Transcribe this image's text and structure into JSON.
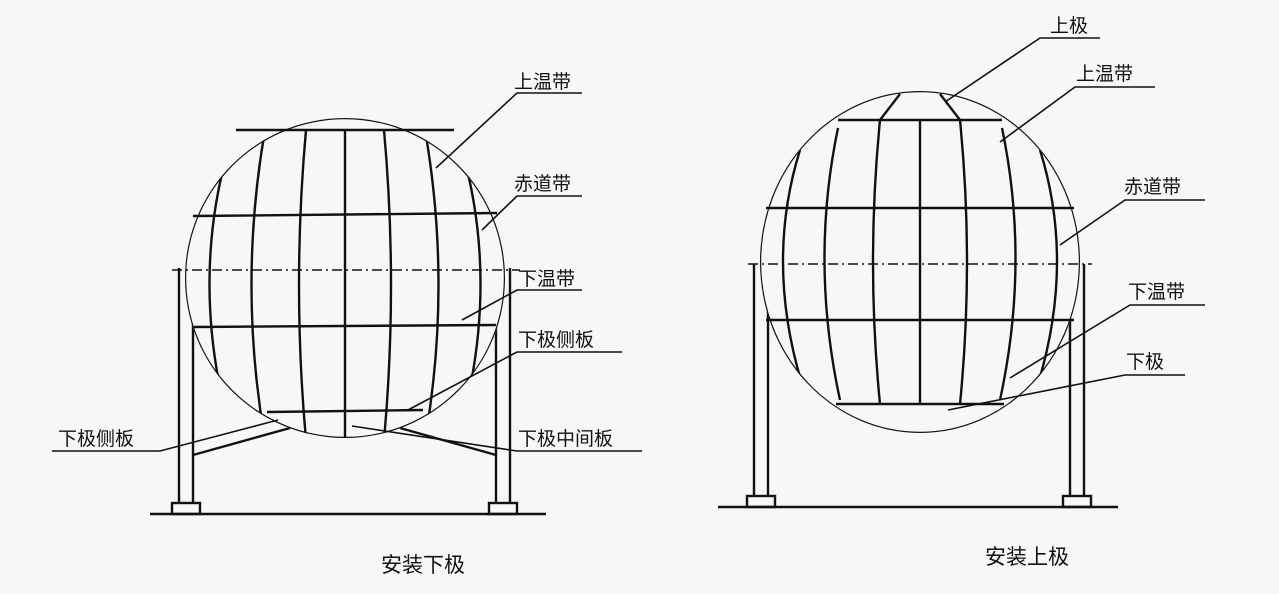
{
  "left_figure": {
    "caption": "安装下极",
    "labels": {
      "upper_band": "上温带",
      "equator_band": "赤道带",
      "lower_band": "下温带",
      "bottom_side_plate_right": "下极侧板",
      "bottom_side_plate_left": "下极侧板",
      "bottom_middle_plate": "下极中间板"
    }
  },
  "right_figure": {
    "caption": "安装上极",
    "labels": {
      "top_pole": "上极",
      "upper_band": "上温带",
      "equator_band": "赤道带",
      "lower_band": "下温带",
      "bottom_pole": "下极"
    }
  }
}
